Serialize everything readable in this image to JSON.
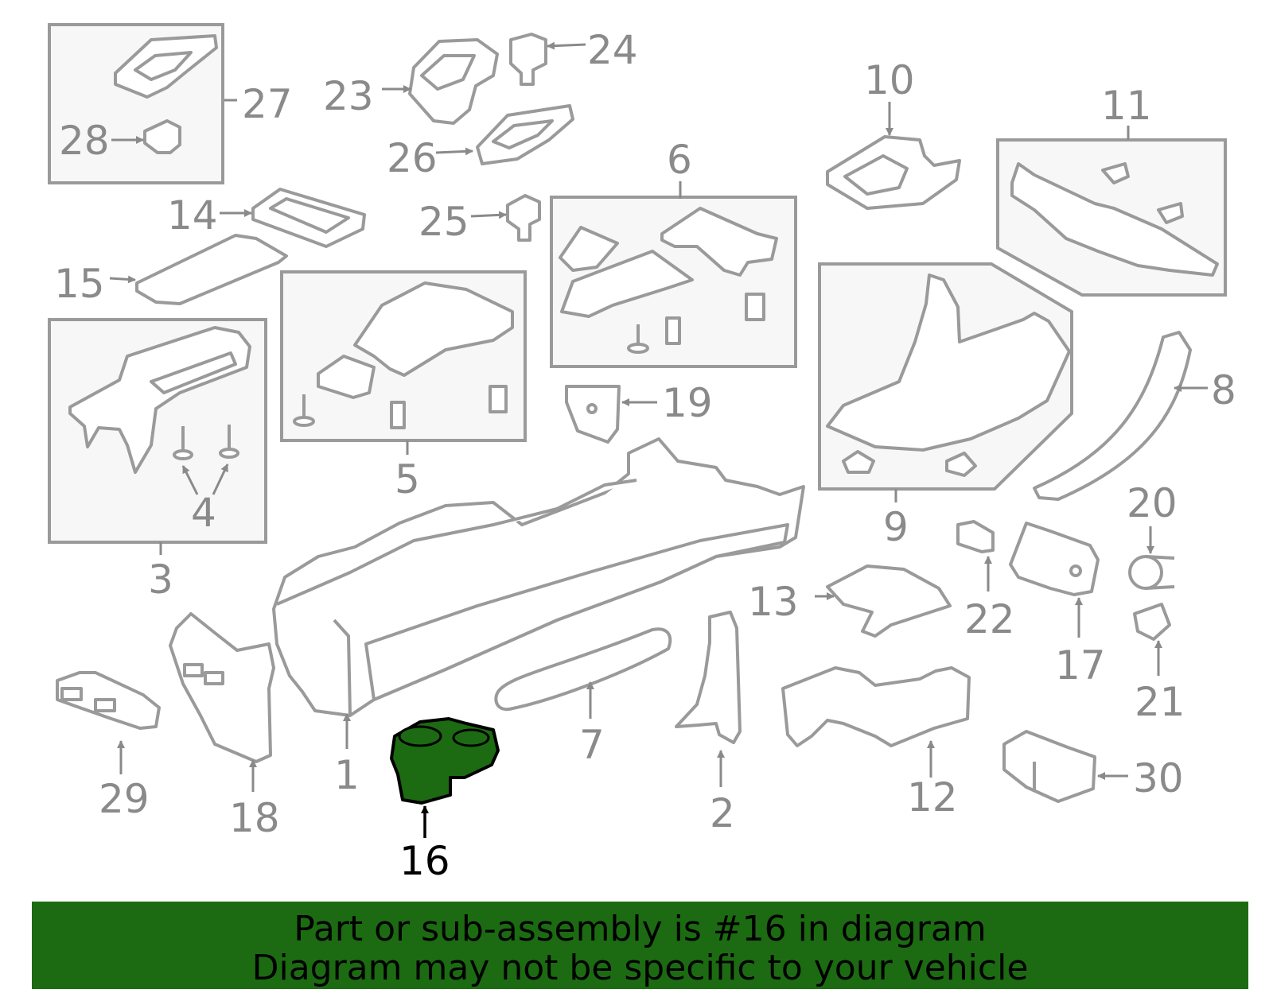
{
  "diagram": {
    "labels": [
      "1",
      "2",
      "3",
      "4",
      "5",
      "6",
      "7",
      "8",
      "9",
      "10",
      "11",
      "12",
      "13",
      "14",
      "15",
      "16",
      "17",
      "18",
      "19",
      "20",
      "21",
      "22",
      "23",
      "24",
      "25",
      "26",
      "27",
      "28",
      "29",
      "30"
    ],
    "highlighted_part": "16",
    "highlight_color": "#1c6b12"
  },
  "banner": {
    "line1": "Part or sub-assembly is #16 in diagram",
    "line2": "Diagram may not be specific to your vehicle",
    "background": "#1c6b12"
  }
}
